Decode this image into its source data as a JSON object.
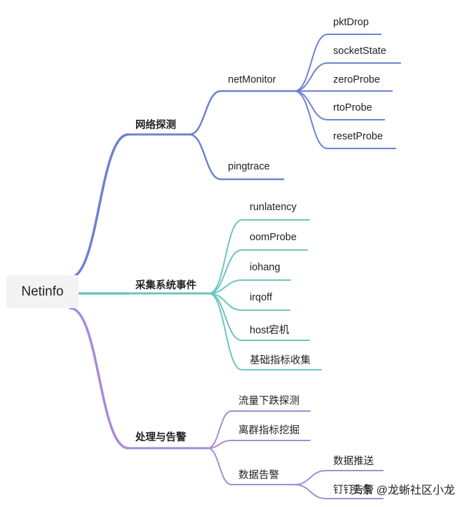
{
  "root": {
    "label": "Netinfo"
  },
  "branches": [
    {
      "label": "网络探测",
      "color": "#6e82cf",
      "children": [
        {
          "label": "netMonitor",
          "children": [
            {
              "label": "pktDrop"
            },
            {
              "label": "socketState"
            },
            {
              "label": "zeroProbe"
            },
            {
              "label": "rtoProbe"
            },
            {
              "label": "resetProbe"
            }
          ]
        },
        {
          "label": "pingtrace"
        }
      ]
    },
    {
      "label": "采集系统事件",
      "color": "#6cc5be",
      "children": [
        {
          "label": "runlatency"
        },
        {
          "label": "oomProbe"
        },
        {
          "label": "iohang"
        },
        {
          "label": "irqoff"
        },
        {
          "label": "host宕机"
        },
        {
          "label": "基础指标收集"
        }
      ]
    },
    {
      "label": "处理与告警",
      "color": "#a68bd8",
      "children": [
        {
          "label": "流量下跌探测"
        },
        {
          "label": "离群指标挖掘"
        },
        {
          "label": "数据告警",
          "children": [
            {
              "label": "数据推送"
            },
            {
              "label": "钉钉告警"
            }
          ]
        }
      ]
    }
  ],
  "watermark": "头条 @龙蜥社区小龙"
}
